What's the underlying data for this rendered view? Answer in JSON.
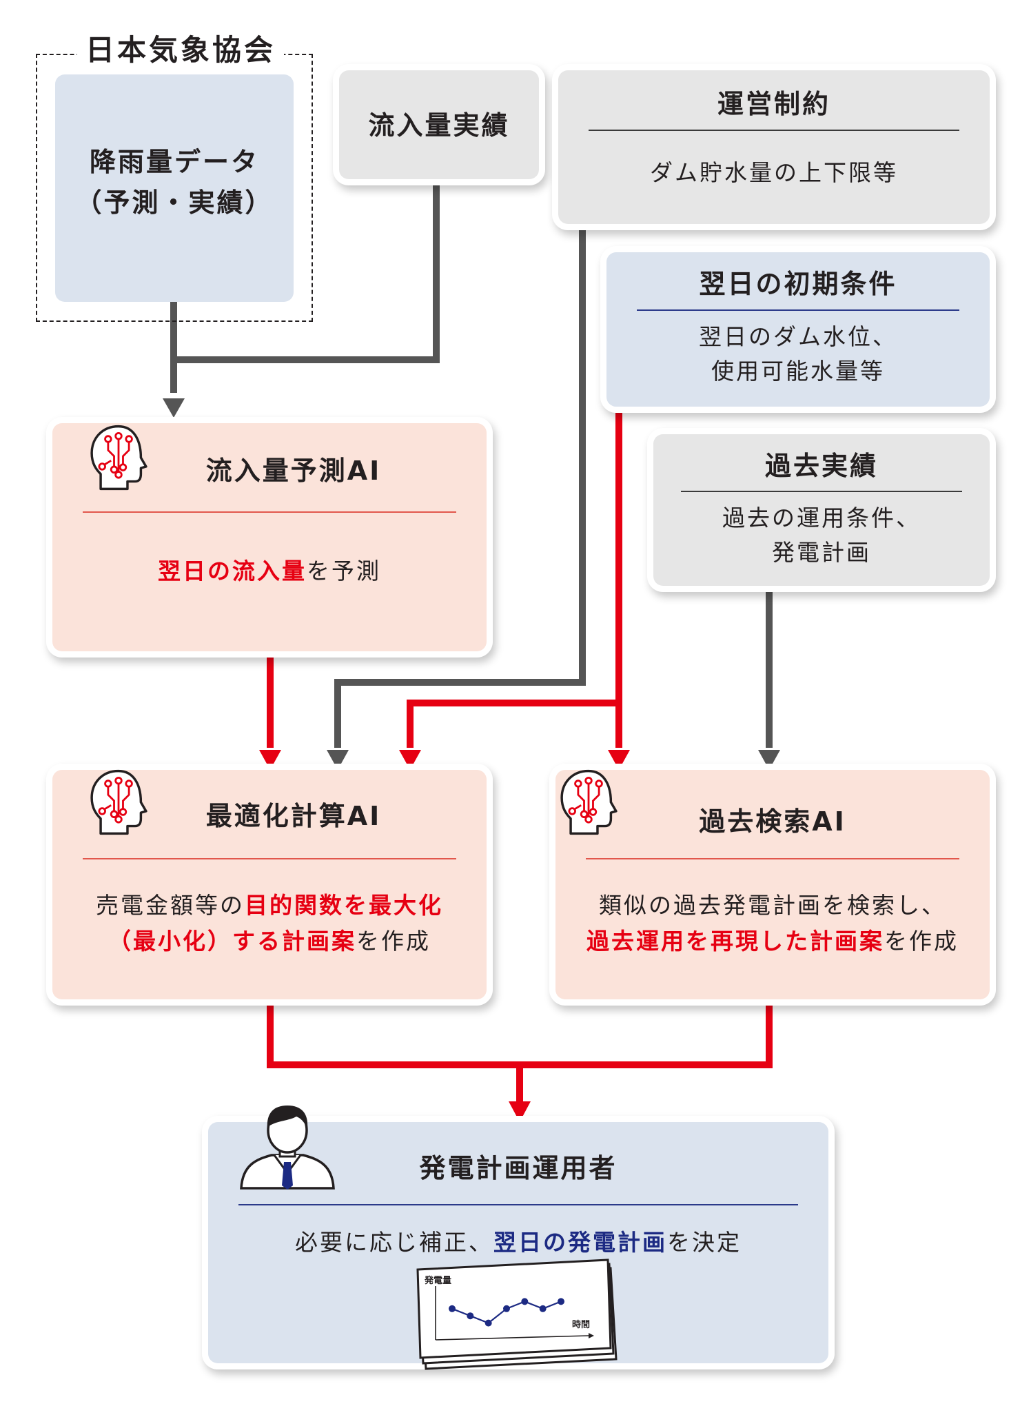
{
  "source_org": "日本気象協会",
  "rain_data": {
    "line1": "降雨量データ",
    "line2": "（予測・実績）"
  },
  "inflow_actual": {
    "title": "流入量実績"
  },
  "constraints": {
    "title": "運営制約",
    "body": "ダム貯水量の上下限等"
  },
  "initial_conditions": {
    "title": "翌日の初期条件",
    "line1": "翌日のダム水位、",
    "line2": "使用可能水量等"
  },
  "past_results": {
    "title": "過去実績",
    "line1": "過去の運用条件、",
    "line2": "発電計画"
  },
  "inflow_ai": {
    "title": "流入量予測AI",
    "body_em": "翌日の流入量",
    "body_rest": "を予測"
  },
  "optimizer_ai": {
    "title": "最適化計算AI",
    "line1_pre": "売電金額等の",
    "line1_em": "目的関数を最大化",
    "line2_em": "（最小化）する計画案",
    "line2_rest": "を作成"
  },
  "search_ai": {
    "title": "過去検索AI",
    "line1": "類似の過去発電計画を検索し、",
    "line2_em": "過去運用を再現した計画案",
    "line2_rest": "を作成"
  },
  "operator": {
    "title": "発電計画運用者",
    "body_pre": "必要に応じ補正、",
    "body_em": "翌日の発電計画",
    "body_rest": "を決定"
  },
  "mini_chart": {
    "ylabel": "発電量",
    "xlabel": "時間"
  },
  "chart_data": {
    "type": "line",
    "xlabel": "時間",
    "ylabel": "発電量",
    "series": [
      {
        "values": [
          5,
          4,
          3,
          5,
          6,
          5,
          6
        ]
      }
    ],
    "x": [
      1,
      2,
      3,
      4,
      5,
      6,
      7
    ]
  },
  "colors": {
    "red_arrow": "#e60012",
    "gray_arrow": "#555555",
    "navy": "#1c2a83"
  }
}
